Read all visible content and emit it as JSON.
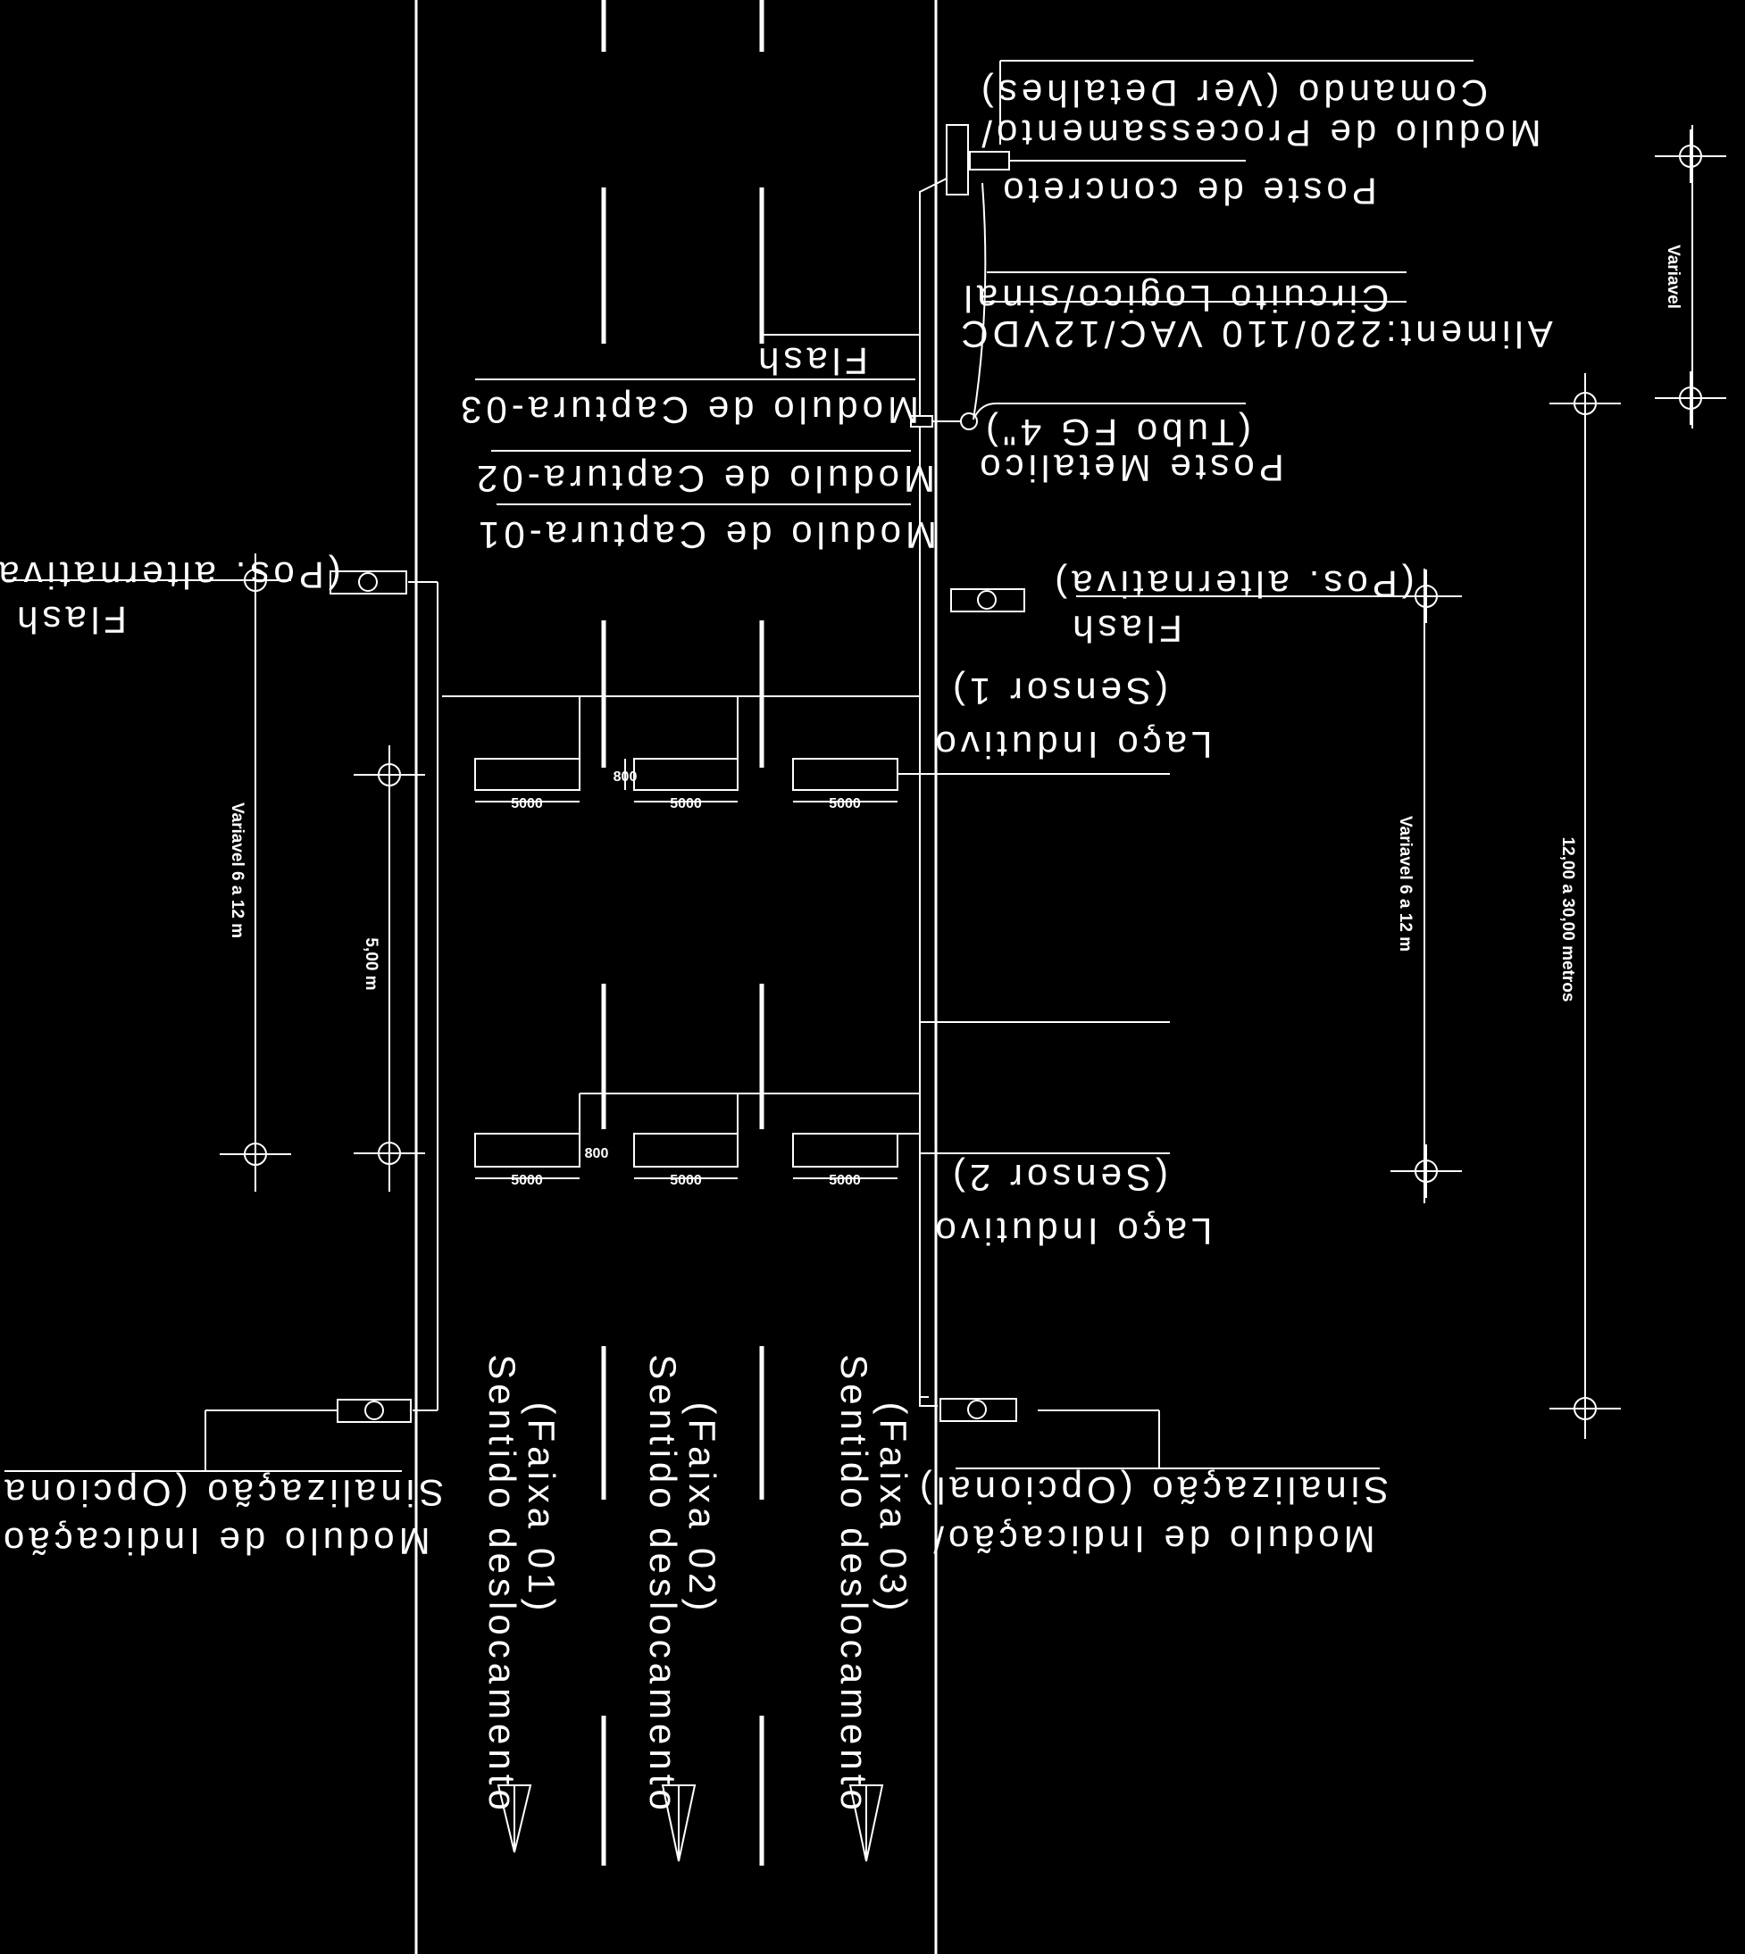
{
  "diagram": {
    "labels": {
      "comando": "Comando (Ver Detalhes)",
      "modulo_processamento": "Modulo de Processamento/",
      "poste_concreto": "Poste de concreto",
      "circuito_logico": "Circuito Logico/sinal",
      "alimentacao": "Aliment:220/110 VAC/12VDC",
      "flash_top": "Flash",
      "captura_03": "Modulo de Captura-03",
      "captura_02": "Modulo de Captura-02",
      "captura_01": "Modulo de Captura-01",
      "tubo_fg": "(Tubo FG 4\")",
      "poste_metalico": "Poste Metalico",
      "pos_alternativa_left": "(Pos. alternativa)",
      "flash_left": "Flash",
      "pos_alternativa_right": "(Pos. alternativa)",
      "flash_right": "Flash",
      "sensor_1": "(Sensor 1)",
      "laco_indutivo_1": "Laço Indutivo",
      "sensor_2": "(Sensor 2)",
      "laco_indutivo_2": "Laço Indutivo",
      "sinalizacao_left": "Sinalização (Opcional)",
      "indicacao_left": "Modulo de Indicação/",
      "sinalizacao_right": "Sinalização (Opcional)",
      "indicacao_right": "Modulo de Indicação/",
      "sentido_1": "Sentido deslocamento",
      "faixa_1": "(Faixa 01)",
      "sentido_2": "Sentido deslocamento",
      "faixa_2": "(Faixa 02)",
      "sentido_3": "Sentido deslocamento",
      "faixa_3": "(Faixa 03)"
    },
    "dimensions": {
      "variavel_top": "Variavel",
      "distancia_total": "12,00 a 30,00 metros",
      "variavel_right": "Variavel 6 a 12 m",
      "variavel_left": "Variavel 6 a 12 m",
      "cinco_metros": "5,00 m",
      "loop_length": "5000",
      "loop_gap": "800"
    }
  }
}
